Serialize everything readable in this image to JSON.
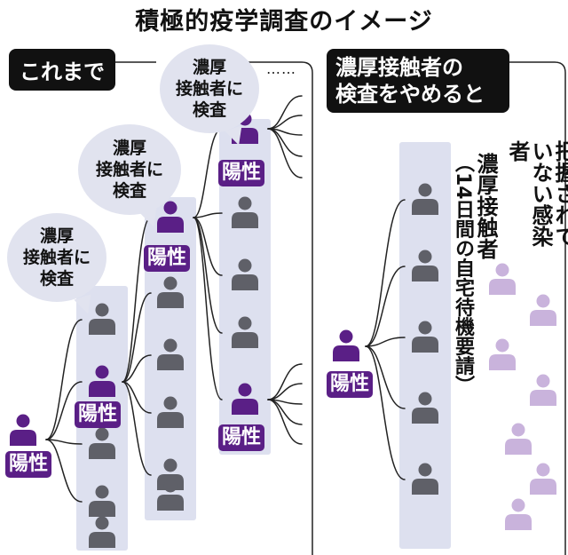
{
  "title": "積極的疫学調査のイメージ",
  "left_panel": {
    "header": "これまで",
    "bubble_lines": [
      "濃厚",
      "接触者に",
      "検査"
    ],
    "dots": "……"
  },
  "right_panel": {
    "header_lines": [
      "濃厚接触者の",
      "検査をやめると"
    ],
    "contacts_label": "濃厚接触者",
    "contacts_note": "（14日間の自宅待機要請）",
    "unknown_lines": [
      "把握されて",
      "いない感染者"
    ]
  },
  "positive_label": "陽性",
  "colors": {
    "positive": "#5a1f86",
    "negative": "#5f6068",
    "unknown": "#c9b3dc",
    "column_bg": "#dde0ef",
    "bubble_bg": "#e1e3ef",
    "line": "#222222"
  }
}
